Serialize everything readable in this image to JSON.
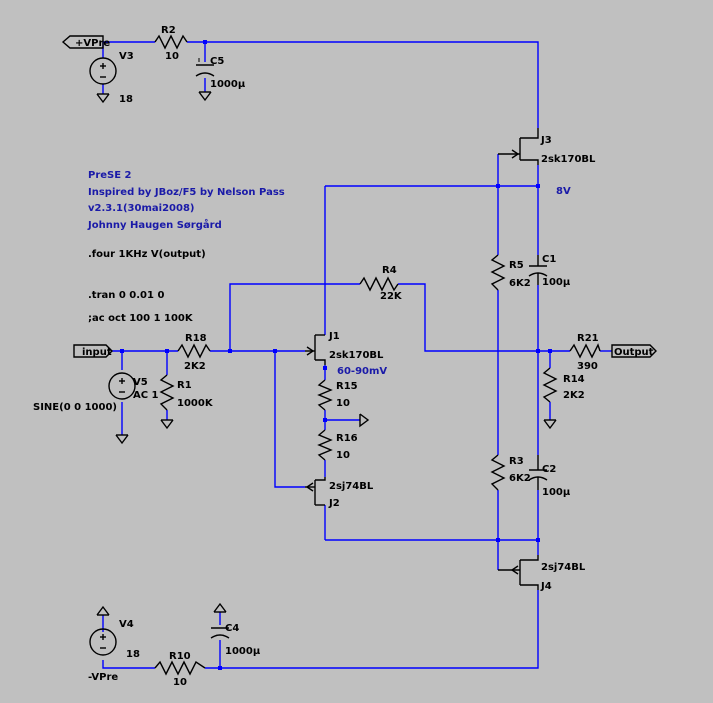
{
  "nets": {
    "vpre_pos": "+VPre",
    "vpre_neg": "-VPre",
    "input": "input",
    "output": "Output"
  },
  "notes": {
    "title": "PreSE 2",
    "line2": "Inspired by JBoz/F5 by Nelson Pass",
    "line3": "v2.3.1(30mai2008)",
    "line4": "Johnny Haugen Sørgård",
    "four": ".four 1KHz V(output)",
    "tran": ".tran 0 0.01 0",
    "ac": ";ac oct 100 1 100K"
  },
  "annotations": {
    "v8": "8V",
    "mv": "60-90mV"
  },
  "components": {
    "R2": {
      "name": "R2",
      "value": "10"
    },
    "C5": {
      "name": "C5",
      "value": "1000µ"
    },
    "V3": {
      "name": "V3",
      "value": "18"
    },
    "J3": {
      "name": "J3",
      "value": "2sk170BL"
    },
    "R5": {
      "name": "R5",
      "value": "6K2"
    },
    "C1": {
      "name": "C1",
      "value": "100µ"
    },
    "R4": {
      "name": "R4",
      "value": "22K"
    },
    "R21": {
      "name": "R21",
      "value": "390"
    },
    "R14": {
      "name": "R14",
      "value": "2K2"
    },
    "R18": {
      "name": "R18",
      "value": "2K2"
    },
    "R1": {
      "name": "R1",
      "value": "1000K"
    },
    "V5": {
      "name": "V5",
      "value": "AC 1",
      "source": "SINE(0 0 1000)"
    },
    "J1": {
      "name": "J1",
      "value": "2sk170BL"
    },
    "R15": {
      "name": "R15",
      "value": "10"
    },
    "R16": {
      "name": "R16",
      "value": "10"
    },
    "J2": {
      "name": "J2",
      "value": "2sj74BL"
    },
    "R3": {
      "name": "R3",
      "value": "6K2"
    },
    "C2": {
      "name": "C2",
      "value": "100µ"
    },
    "J4": {
      "name": "J4",
      "value": "2sj74BL"
    },
    "V4": {
      "name": "V4",
      "value": "18"
    },
    "C4": {
      "name": "C4",
      "value": "1000µ"
    },
    "R10": {
      "name": "R10",
      "value": "10"
    }
  }
}
